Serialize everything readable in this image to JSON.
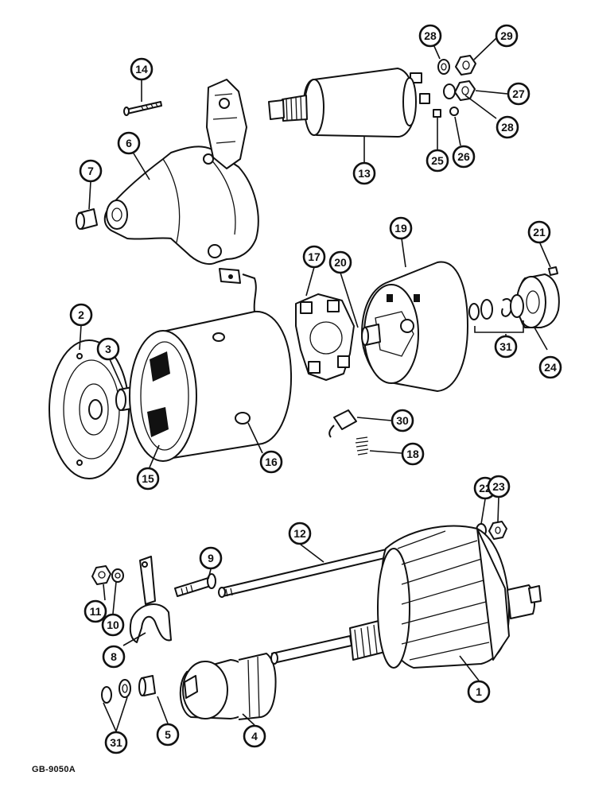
{
  "drawing_reference": "GB-9050A",
  "callouts": [
    "1",
    "2",
    "3",
    "4",
    "5",
    "6",
    "7",
    "8",
    "9",
    "10",
    "11",
    "12",
    "13",
    "14",
    "15",
    "16",
    "17",
    "18",
    "19",
    "20",
    "21",
    "22",
    "23",
    "24",
    "25",
    "26",
    "27",
    "28",
    "28",
    "29",
    "30",
    "31",
    "31"
  ]
}
